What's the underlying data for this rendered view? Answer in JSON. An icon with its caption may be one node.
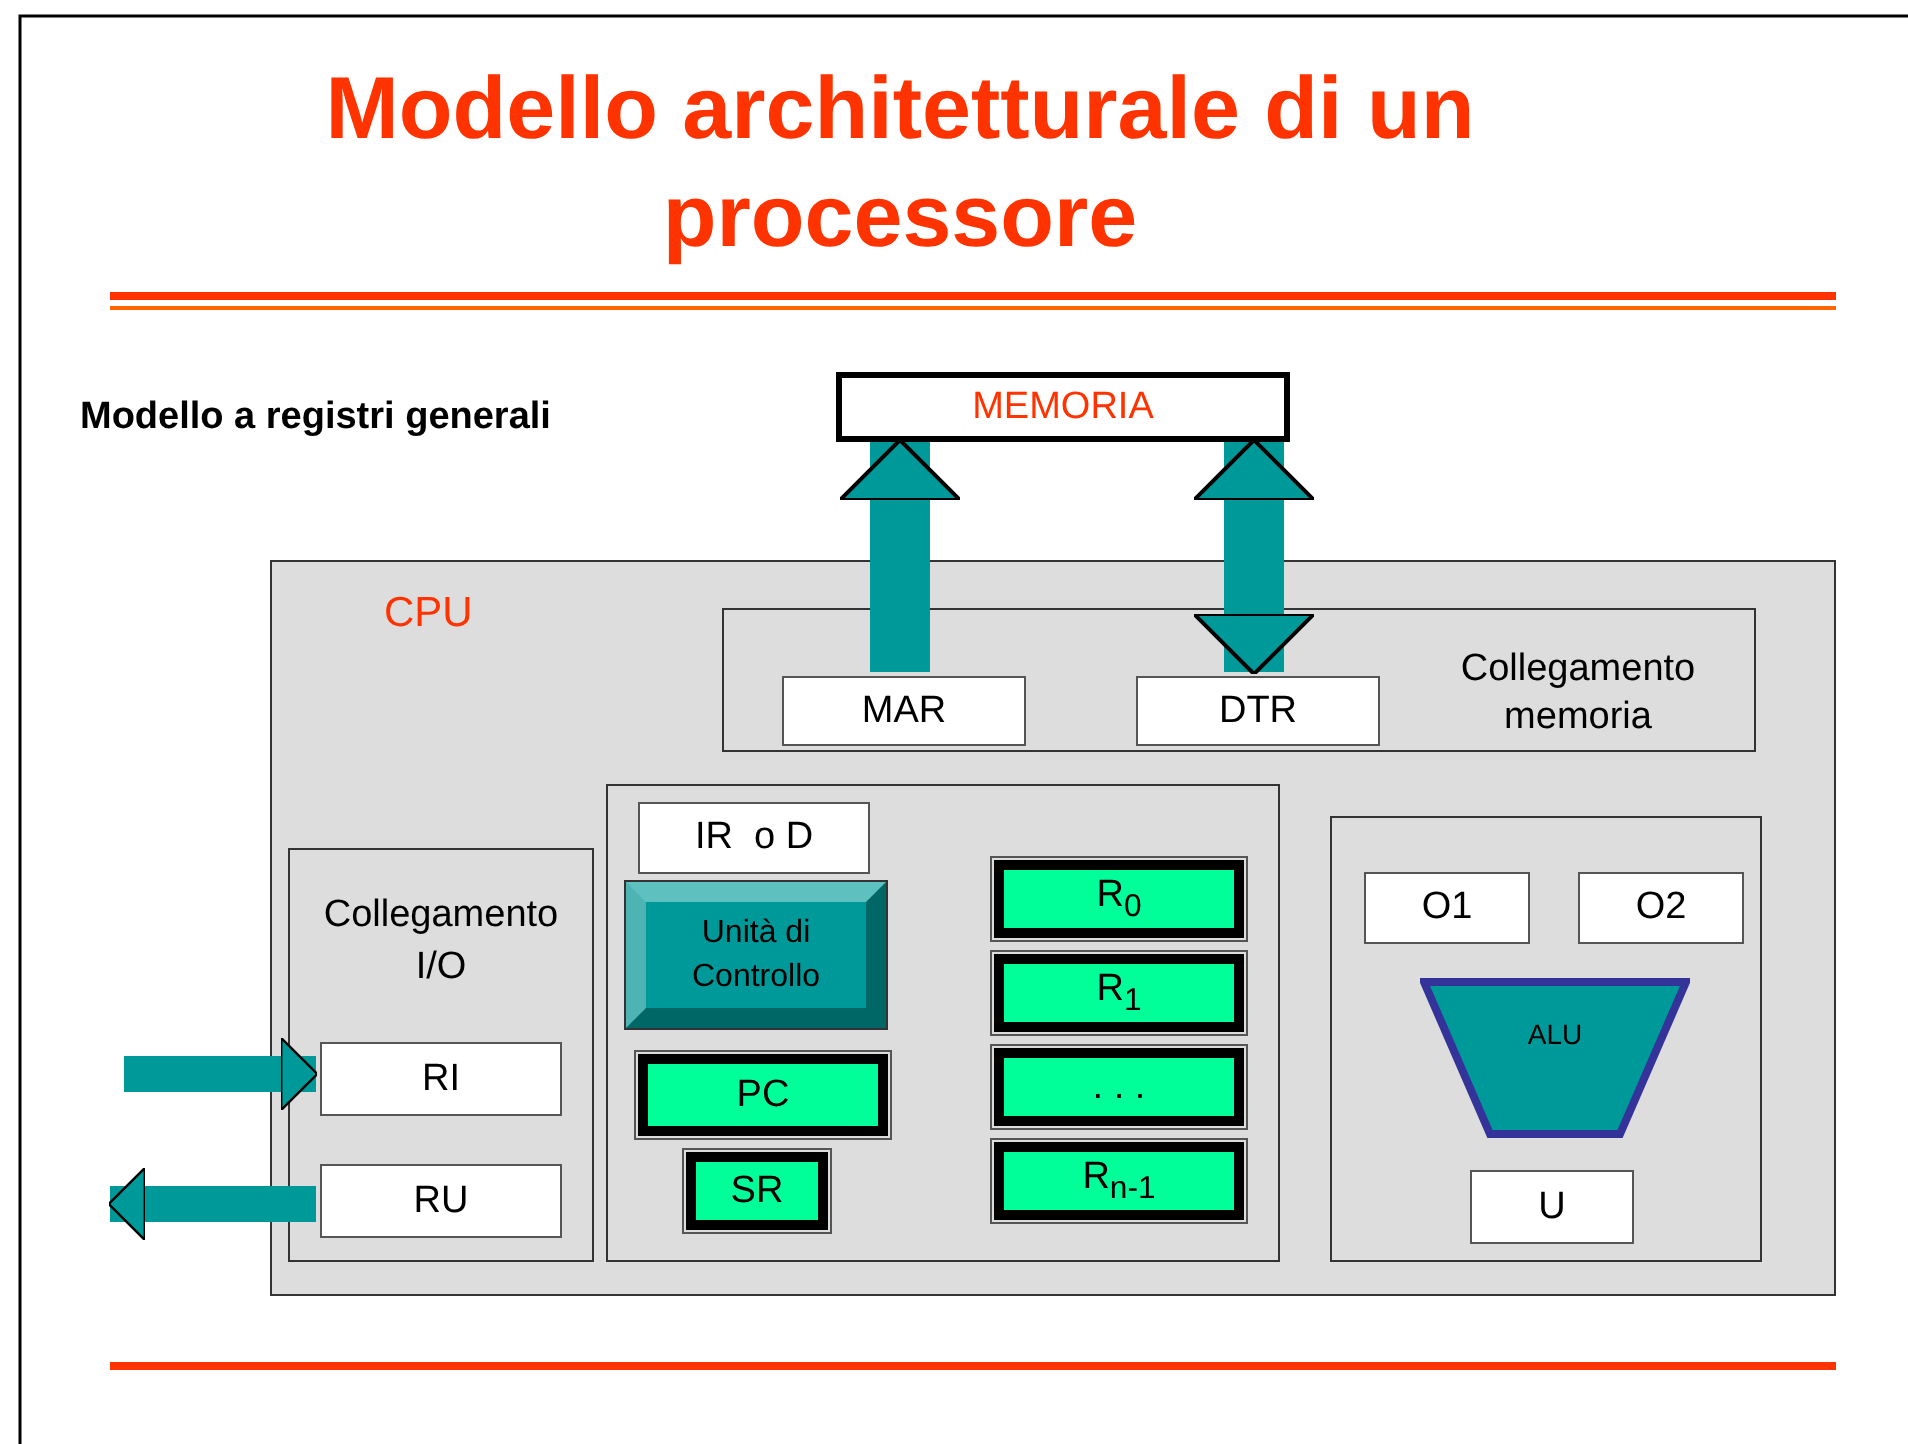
{
  "diagram": {
    "title": "Modello architetturale di un processore",
    "nodes": [
      {
        "text": [
          "MEMORIA"
        ]
      },
      {
        "text": [
          "CPU"
        ]
      },
      {
        "text": [
          "Collegamento memoria"
        ],
        "in": 1
      },
      {
        "text": [
          "MAR"
        ],
        "in": 2
      },
      {
        "text": [
          "DTR"
        ],
        "in": 2
      },
      {
        "text": [
          "Collegamento I/O"
        ],
        "in": 1
      },
      {
        "text": [
          "RI"
        ],
        "in": 5
      },
      {
        "text": [
          "RU"
        ],
        "in": 5
      },
      {
        "text": [],
        "shape": "box",
        "in": 1
      },
      {
        "text": [
          "IR  o D"
        ],
        "in": 8
      },
      {
        "text": [
          "Unità di Controllo"
        ],
        "in": 8
      },
      {
        "text": [
          "PC"
        ],
        "in": 8
      },
      {
        "text": [
          "SR"
        ],
        "in": 8
      },
      {
        "text": [
          "R$_{0}$"
        ],
        "in": 8
      },
      {
        "text": [
          "R$_{1}$"
        ],
        "in": 8
      },
      {
        "text": [
          ". . ."
        ],
        "in": 8
      },
      {
        "text": [
          "R$_{n-1}$"
        ],
        "in": 8
      },
      {
        "text": [],
        "shape": "box",
        "in": 1
      },
      {
        "text": [
          "O1"
        ],
        "in": 17
      },
      {
        "text": [
          "O2"
        ],
        "in": 17
      },
      {
        "text": [
          "ALU"
        ],
        "in": 17
      },
      {
        "text": [
          "U"
        ],
        "in": 17
      }
    ],
    "edges": [
      {
        "from": 3,
        "to": 0,
        "arrow": "to"
      },
      {
        "from": 4,
        "to": 0,
        "arrow": "both"
      },
      {
        "from": null,
        "to": 6,
        "arrow": "to"
      },
      {
        "from": 7,
        "to": null,
        "arrow": "to"
      }
    ],
    "labels": [
      "Modello a registri generali"
    ]
  }
}
